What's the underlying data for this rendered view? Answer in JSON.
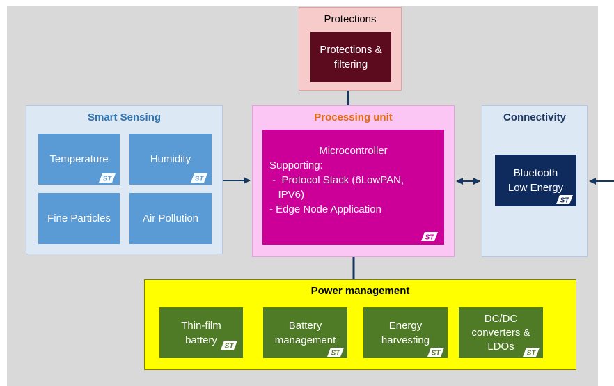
{
  "protections": {
    "title": "Protections",
    "inner": [
      "Protections &",
      "filtering"
    ]
  },
  "smart_sensing": {
    "title": "Smart Sensing",
    "tiles": [
      "Temperature",
      "Humidity",
      "Fine Particles",
      "Air Pollution"
    ]
  },
  "processing": {
    "title": "Processing unit",
    "heading": "Microcontroller",
    "lines": [
      "Supporting:",
      " -  Protocol Stack (6LowPAN,",
      "   IPV6)",
      "- Edge Node Application"
    ]
  },
  "connectivity": {
    "title": "Connectivity",
    "inner": [
      "Bluetooth",
      "Low Energy"
    ]
  },
  "power": {
    "title": "Power management",
    "items": [
      [
        "Thin-film",
        "battery"
      ],
      [
        "Battery",
        "management"
      ],
      [
        "Energy",
        "harvesting"
      ],
      [
        "DC/DC",
        "converters &",
        "LDOs"
      ]
    ]
  },
  "logo": "ST",
  "colors": {
    "background": "#d9d9d9",
    "protections_panel": "#f8cbcb",
    "protections_box": "#5c0a1e",
    "sensing_panel": "#dce8f4",
    "sensing_tile": "#5b9bd5",
    "processing_panel": "#fbc6f4",
    "processing_box": "#cc0099",
    "processing_title": "#e46c0a",
    "connectivity_panel": "#dce8f4",
    "bluetooth_box": "#0f2a5c",
    "power_panel": "#ffff00",
    "power_box": "#4f7a26",
    "connector": "#17375e"
  }
}
